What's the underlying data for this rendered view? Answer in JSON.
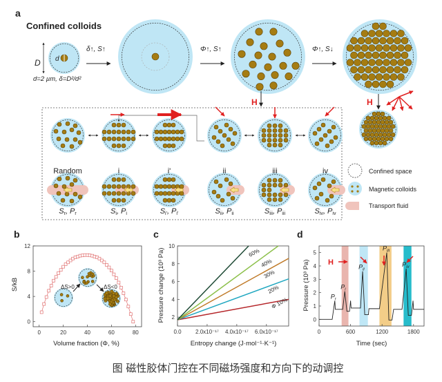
{
  "panel_labels": {
    "a": "a",
    "b": "b",
    "c": "c",
    "d": "d"
  },
  "panel_a": {
    "title": "Confined colloids",
    "D_label": "D",
    "d_label": "d",
    "params": "d=2 µm, δ=D²/d²",
    "arrow1": "δ↑, S↑",
    "arrow2": "Φ↑, S↑",
    "arrow3": "Φ↑, S↓",
    "field_label": "H",
    "states": [
      {
        "label": "Random",
        "S_sub": "r",
        "P_sub": "r"
      },
      {
        "label": "i",
        "S_sub": "i",
        "P_sub": "i"
      },
      {
        "label": "i'",
        "S_sub": "i'",
        "P_sub": "i'"
      },
      {
        "label": "ii",
        "S_sub": "ii",
        "P_sub": "ii"
      },
      {
        "label": "iii",
        "S_sub": "iii",
        "P_sub": "iii"
      },
      {
        "label": "iv",
        "S_sub": "iv",
        "P_sub": "iv"
      }
    ],
    "S_symbol": "S",
    "P_symbol": "P",
    "legend": [
      "Confined space",
      "Magnetic colloids",
      "Transport fluid"
    ],
    "colors": {
      "fluid": "#bfe6f5",
      "particle": "#a57c12",
      "particle_edge": "#5e4408",
      "field": "#e02020",
      "transport": "#f0c4bc"
    }
  },
  "chart_data": [
    {
      "type": "scatter",
      "panel": "b",
      "xlabel": "Volume fraction (Φ, %)",
      "ylabel": "S/kB",
      "xlim": [
        -5,
        85
      ],
      "ylim": [
        -0.8,
        12
      ],
      "xticks": [
        "0",
        "20",
        "40",
        "60",
        "80"
      ],
      "yticks": [
        "0",
        "4",
        "8",
        "12"
      ],
      "annotations": [
        "ΔS>0",
        "ΔS<0"
      ],
      "x": [
        2,
        4,
        6,
        8,
        10,
        12,
        14,
        16,
        18,
        20,
        22,
        24,
        26,
        28,
        30,
        32,
        34,
        36,
        38,
        40,
        42,
        44,
        46,
        48,
        50,
        52,
        54,
        56,
        58,
        60,
        62,
        64,
        66,
        68,
        70,
        72,
        74,
        76,
        78
      ],
      "y": [
        1.5,
        2.8,
        3.9,
        4.9,
        5.7,
        6.5,
        7.1,
        7.7,
        8.2,
        8.7,
        9.1,
        9.4,
        9.7,
        10.0,
        10.2,
        10.3,
        10.45,
        10.5,
        10.55,
        10.55,
        10.5,
        10.45,
        10.3,
        10.2,
        10.0,
        9.7,
        9.4,
        9.0,
        8.6,
        8.1,
        7.5,
        6.9,
        6.2,
        5.4,
        4.5,
        3.5,
        2.4,
        1.2,
        0
      ],
      "color": "#e07070"
    },
    {
      "type": "line",
      "panel": "c",
      "xlabel": "Entropy change (J·mol⁻¹·K⁻¹)",
      "ylabel": "Pressure change (10³ Pa)",
      "xlim": [
        0,
        7.5e-17
      ],
      "ylim": [
        1.0,
        10
      ],
      "xticks": [
        "0.0",
        "2.0x10⁻¹⁷",
        "4.0x10⁻¹⁷",
        "6.0x10⁻¹⁷"
      ],
      "xtick_values": [
        0,
        2e-17,
        4e-17,
        6e-17
      ],
      "yticks": [
        "2",
        "4",
        "6",
        "8",
        "10"
      ],
      "series": [
        {
          "name": "Φ 10%",
          "x": [
            0,
            7.5e-17
          ],
          "y": [
            1.7,
            4.0
          ],
          "color": "#b5262a"
        },
        {
          "name": "20%",
          "x": [
            0,
            7.5e-17
          ],
          "y": [
            1.7,
            6.3
          ],
          "color": "#1fa7c0"
        },
        {
          "name": "30%",
          "x": [
            0,
            7.5e-17
          ],
          "y": [
            1.7,
            8.6
          ],
          "color": "#c07a28"
        },
        {
          "name": "40%",
          "x": [
            0,
            6.8e-17
          ],
          "y": [
            1.7,
            10
          ],
          "color": "#8cc04a"
        },
        {
          "name": "60%",
          "x": [
            0,
            4.8e-17
          ],
          "y": [
            1.7,
            10
          ],
          "color": "#1e4a35"
        }
      ]
    },
    {
      "type": "line",
      "panel": "d",
      "xlabel": "Time (sec)",
      "ylabel": "Pressure (10³ Pa)",
      "xlim": [
        0,
        2000
      ],
      "ylim": [
        -0.5,
        5.5
      ],
      "xticks": [
        "0",
        "600",
        "1200",
        "1800"
      ],
      "yticks": [
        "0",
        "1",
        "2",
        "3",
        "4",
        "5"
      ],
      "bands": [
        {
          "from": 430,
          "to": 560,
          "color": "#e9b5ae"
        },
        {
          "from": 770,
          "to": 930,
          "color": "#bfe7f6"
        },
        {
          "from": 1150,
          "to": 1380,
          "color": "#f3cd88"
        },
        {
          "from": 1610,
          "to": 1760,
          "color": "#27bccb"
        }
      ],
      "field_label": "H",
      "peak_labels": [
        {
          "P": "P",
          "sub": "r",
          "t": 300,
          "v": 1.4
        },
        {
          "P": "P",
          "sub": "i",
          "t": 490,
          "v": 2.1
        },
        {
          "P": "P",
          "sub": "ii",
          "t": 830,
          "v": 3.6
        },
        {
          "P": "P",
          "sub": "iii",
          "t": 1290,
          "v": 5.0
        },
        {
          "P": "P",
          "sub": "iv",
          "t": 1660,
          "v": 3.8
        }
      ],
      "x": [
        0,
        250,
        300,
        310,
        450,
        490,
        530,
        580,
        600,
        610,
        790,
        830,
        870,
        940,
        950,
        1150,
        1290,
        1330,
        1390,
        1420,
        1580,
        1660,
        1700,
        1760,
        1790,
        1800,
        2000
      ],
      "y": [
        0,
        0,
        1.4,
        0.75,
        0.75,
        2.1,
        0.6,
        0.6,
        1.4,
        0.85,
        0.85,
        3.6,
        0.35,
        0.35,
        0.8,
        0.8,
        5.0,
        -0.05,
        -0.05,
        0.75,
        0.75,
        3.8,
        0.3,
        0.3,
        1.4,
        0.75,
        0.75
      ],
      "color": "#222"
    }
  ],
  "caption": "图 磁性胶体门控在不同磁场强度和方向下的动调控"
}
